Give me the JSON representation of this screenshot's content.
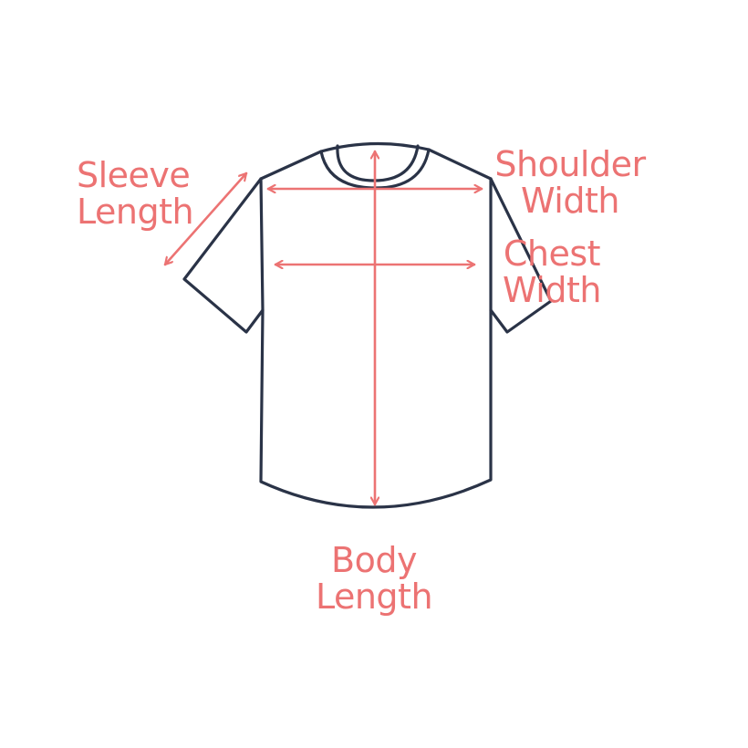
{
  "colors": {
    "outline": "#2a3347",
    "accent": "#ec7373",
    "background": "#ffffff"
  },
  "labels": {
    "sleeve": {
      "line1": "Sleeve",
      "line2": "Length"
    },
    "shoulder": {
      "line1": "Shoulder",
      "line2": "Width"
    },
    "chest": {
      "line1": "Chest",
      "line2": "Width"
    },
    "body": {
      "line1": "Body",
      "line2": "Length"
    }
  }
}
